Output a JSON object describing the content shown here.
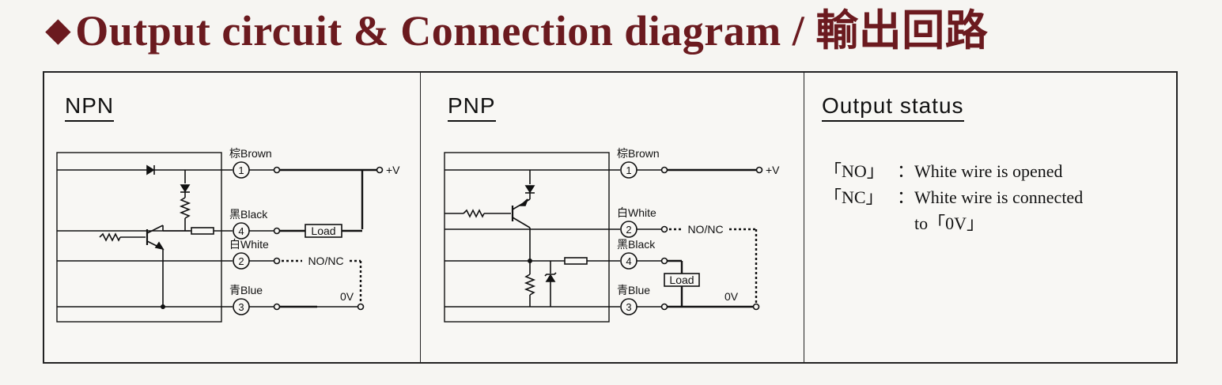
{
  "title": "Output circuit & Connection diagram / 輸出回路",
  "title_symbol": "◆",
  "npn": {
    "label": "NPN",
    "wires": {
      "brown": "棕Brown",
      "black": "黑Black",
      "white": "白White",
      "blue": "青Blue"
    },
    "pins": [
      "1",
      "4",
      "2",
      "3"
    ],
    "plus_v": "+V",
    "load": "Load",
    "no_nc": "NO/NC",
    "zero_v": "0V"
  },
  "pnp": {
    "label": "PNP",
    "wires": {
      "brown": "棕Brown",
      "white": "白White",
      "black": "黑Black",
      "blue": "青Blue"
    },
    "pins": [
      "1",
      "2",
      "4",
      "3"
    ],
    "plus_v": "+V",
    "load": "Load",
    "no_nc": "NO/NC",
    "zero_v": "0V"
  },
  "status": {
    "label": "Output status",
    "no_key": "「NO」",
    "no_text": "：White wire is opened",
    "nc_key": "「NC」",
    "nc_text": "：White wire is connected",
    "nc_text2": "to「0V」"
  }
}
